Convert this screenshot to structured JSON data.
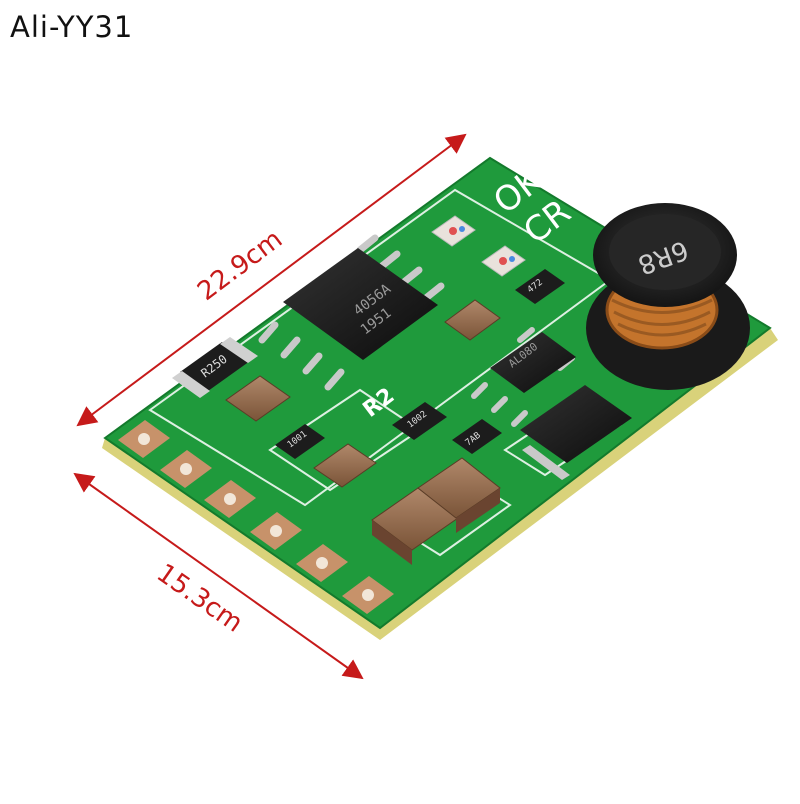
{
  "watermark": "Ali-YY31",
  "dimensions": {
    "length_label": "22.9cm",
    "width_label": "15.3cm",
    "line_color": "#c61a1a"
  },
  "board": {
    "silkscreen": {
      "ok": "OK",
      "cr": "CR",
      "r2": "R2"
    },
    "ic_main": {
      "marking_line1": "4056A",
      "marking_line2": "1951"
    },
    "ic_boost": {
      "marking": "AL080"
    },
    "inductor": {
      "marking": "6R8"
    },
    "resistors": {
      "r250": "R250",
      "r1001": "1001",
      "r1002": "1002",
      "r7ab": "7AB",
      "r472": "472"
    },
    "pad_count": 6,
    "colors": {
      "pcb": "#1f9a3c",
      "pcb_dark": "#137a2c",
      "silk": "#ffffff",
      "pad": "#c7926a",
      "chip": "#1c1c1c",
      "capacitor": "#9a6e50",
      "copper": "#c4742c"
    }
  }
}
